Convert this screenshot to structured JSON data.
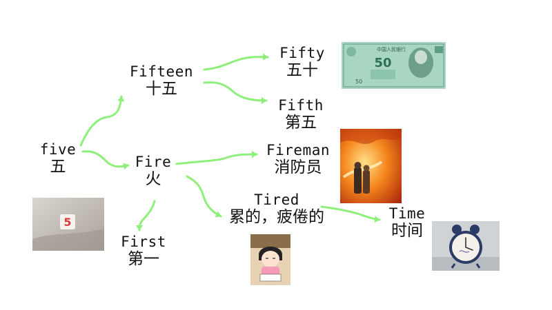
{
  "words": {
    "five": {
      "en": "five",
      "zh": "五"
    },
    "fifteen": {
      "en": "Fifteen",
      "zh": "十五"
    },
    "fifty": {
      "en": "Fifty",
      "zh": "五十"
    },
    "fifth": {
      "en": "Fifth",
      "zh": "第五"
    },
    "fire": {
      "en": "Fire",
      "zh": "火"
    },
    "fireman": {
      "en": "Fireman",
      "zh": "消防员"
    },
    "tired": {
      "en": "Tired",
      "zh": "累的，疲倦的"
    },
    "first": {
      "en": "First",
      "zh": "第一"
    },
    "time": {
      "en": "Time",
      "zh": "时间"
    }
  },
  "images": {
    "banknote": {
      "denomination": "50",
      "header_text": "中国人民银行"
    },
    "dice": {
      "number": "5"
    }
  },
  "colors": {
    "arrow": "#8ef07a",
    "text": "#111111"
  }
}
